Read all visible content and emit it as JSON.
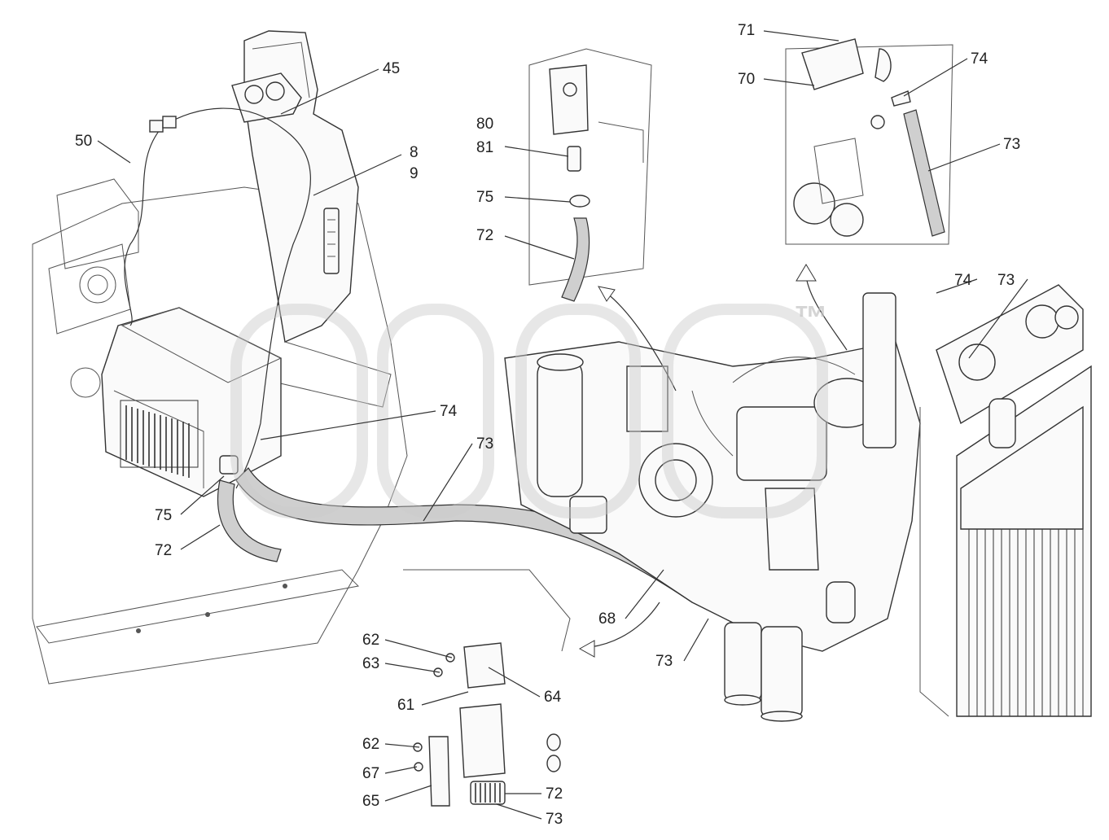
{
  "watermark": {
    "mark": "™"
  },
  "callouts": {
    "c45": "45",
    "c50": "50",
    "c8": "8",
    "c9": "9",
    "c74a": "74",
    "c73a": "73",
    "c75a": "75",
    "c72a": "72",
    "c80": "80",
    "c81": "81",
    "c75b": "75",
    "c72b": "72",
    "c71": "71",
    "c70": "70",
    "c74b": "74",
    "c73b": "73",
    "c74c": "74",
    "c73c": "73",
    "c68": "68",
    "c73d": "73",
    "c62a": "62",
    "c63": "63",
    "c61": "61",
    "c64": "64",
    "c62b": "62",
    "c67": "67",
    "c65": "65",
    "c72c": "72",
    "c73e": "73"
  }
}
